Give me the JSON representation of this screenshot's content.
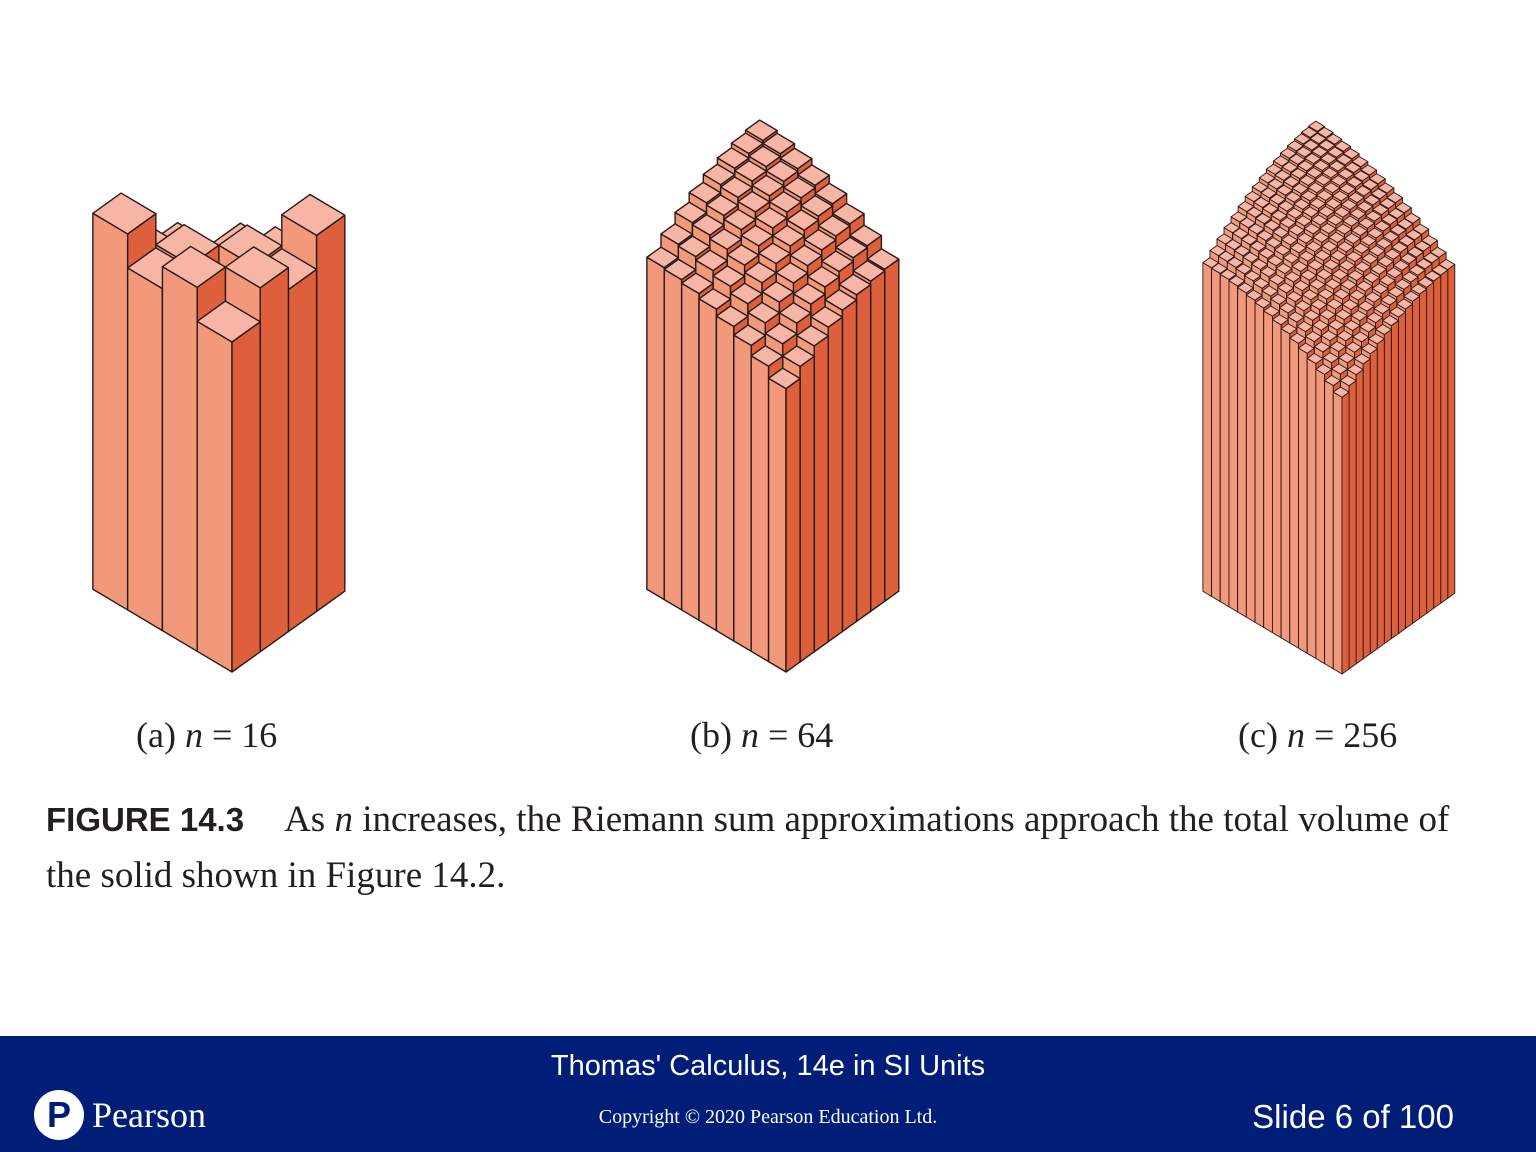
{
  "figure": {
    "panels": [
      {
        "letter": "(a)",
        "variable": "n",
        "equals": "=",
        "value": "16",
        "grid": 4
      },
      {
        "letter": "(b)",
        "variable": "n",
        "equals": "=",
        "value": "64",
        "grid": 8
      },
      {
        "letter": "(c)",
        "variable": "n",
        "equals": "=",
        "value": "256",
        "grid": 16
      }
    ],
    "caption": {
      "label": "FIGURE 14.3",
      "text_before": "As",
      "variable": "n",
      "text_after": "increases, the Riemann sum approximations approach the total volume of the solid shown in Figure 14.2."
    },
    "colors": {
      "top": "#f7b5a6",
      "left": "#f3997b",
      "right": "#dd5f3c",
      "edge": "#2a1a16"
    }
  },
  "footer": {
    "book_title": "Thomas' Calculus, 14e in SI Units",
    "copyright": "Copyright © 2020 Pearson Education Ltd.",
    "logo_letter": "P",
    "logo_word": "Pearson",
    "slide_number": "Slide 6 of 100",
    "background": "#001e78"
  }
}
